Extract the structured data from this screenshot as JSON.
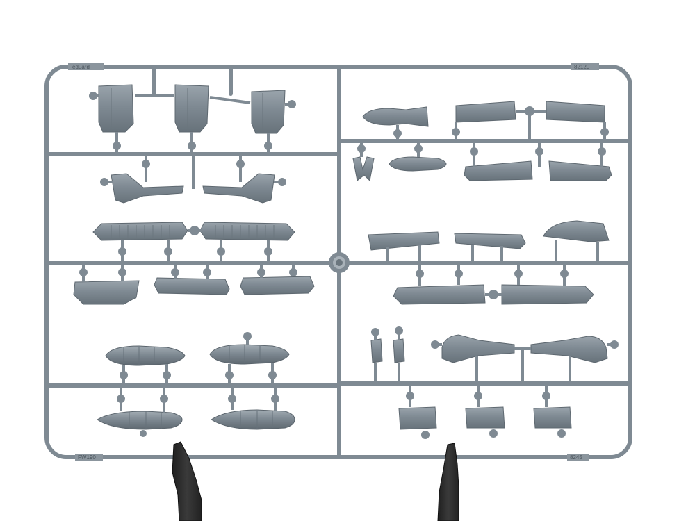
{
  "sprue": {
    "brand_mark": "eduard",
    "part_number": "82120",
    "frame_code_left": "FW190",
    "frame_code_right": "8245"
  },
  "colors": {
    "background": "#ffffff",
    "plastic": "#7f8a93",
    "plastic_light": "#98a2aa",
    "plastic_dark": "#5f6a72",
    "stand": "#2b2b2b"
  }
}
